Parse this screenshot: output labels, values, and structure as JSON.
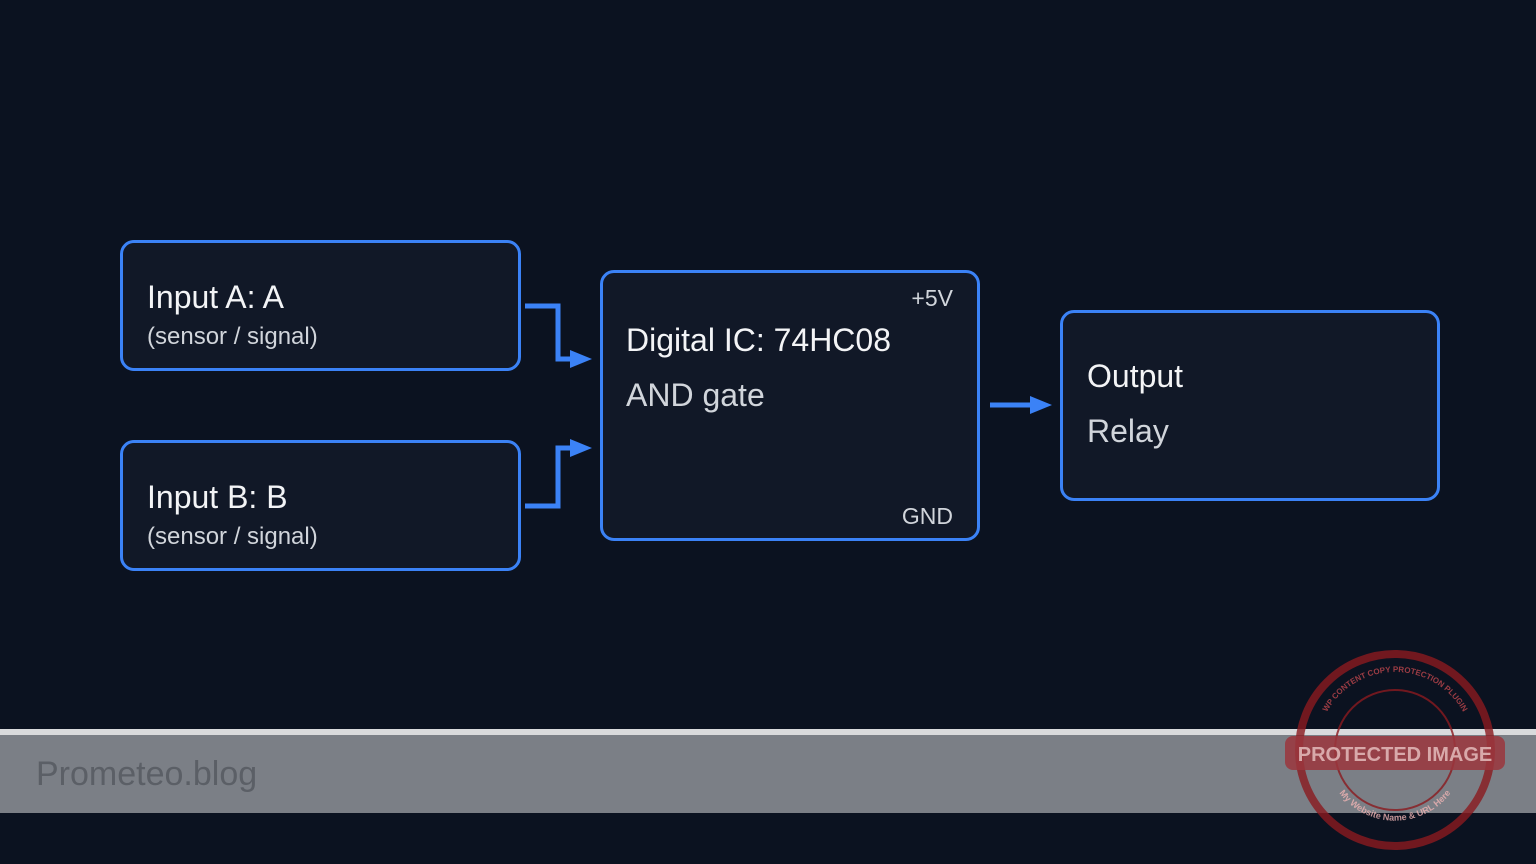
{
  "diagram": {
    "input_a": {
      "title": "Input A: A",
      "subtitle": "(sensor / signal)"
    },
    "input_b": {
      "title": "Input B: B",
      "subtitle": "(sensor / signal)"
    },
    "ic": {
      "title": "Digital IC: 74HC08",
      "function": "AND gate",
      "power_pin": "+5V",
      "ground_pin": "GND"
    },
    "output": {
      "title": "Output",
      "device": "Relay"
    },
    "colors": {
      "background": "#0b1220",
      "box_fill": "#111827",
      "accent": "#3b82f6"
    }
  },
  "footer": {
    "brand": "Prometeo.blog"
  },
  "watermark": {
    "text": "PROTECTED IMAGE",
    "ring_text": "WP CONTENT COPY PROTECTION PLUGIN",
    "bottom_text": "My Website Name & URL Here"
  }
}
